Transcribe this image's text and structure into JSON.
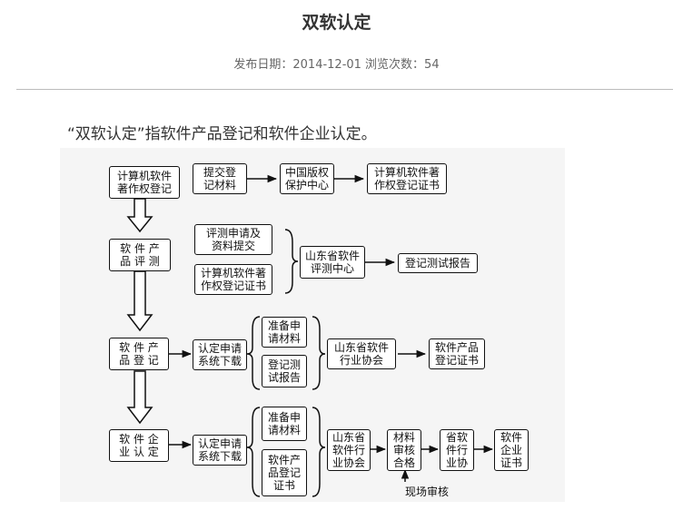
{
  "article": {
    "title": "双软认定",
    "meta": "发布日期：2014-12-01 浏览次数：54",
    "intro": "“双软认定”指软件产品登记和软件企业认定。"
  },
  "flowchart": {
    "row1": {
      "stage": "计算机软件\n著作权登记",
      "material": "提交登\n记材料",
      "center": "中国版权\n保护中心",
      "result": "计算机软件著\n作权登记证书"
    },
    "row2": {
      "stage": "软 件 产\n品 评 测",
      "material_a": "评测申请及\n资料提交",
      "material_b": "计算机软件著\n作权登记证书",
      "center": "山东省软件\n评测中心",
      "result": "登记测试报告"
    },
    "row3": {
      "stage": "软 件 产\n品 登 记",
      "download": "认定申请\n系统下载",
      "material_a": "准备申\n请材料",
      "material_b": "登记测\n试报告",
      "center": "山东省软件\n行业协会",
      "result": "软件产品\n登记证书"
    },
    "row4": {
      "stage": "软 件 企\n业 认 定",
      "download": "认定申请\n系统下载",
      "material_a": "准备申\n请材料",
      "material_b": "软件产\n品登记\n证书",
      "center": "山东省\n软件行\n业协会",
      "review": "材料\n审核\n合格",
      "association": "省软\n件行\n业协",
      "result": "软件\n企业\n证书",
      "onsite_label": "现场审核"
    }
  }
}
